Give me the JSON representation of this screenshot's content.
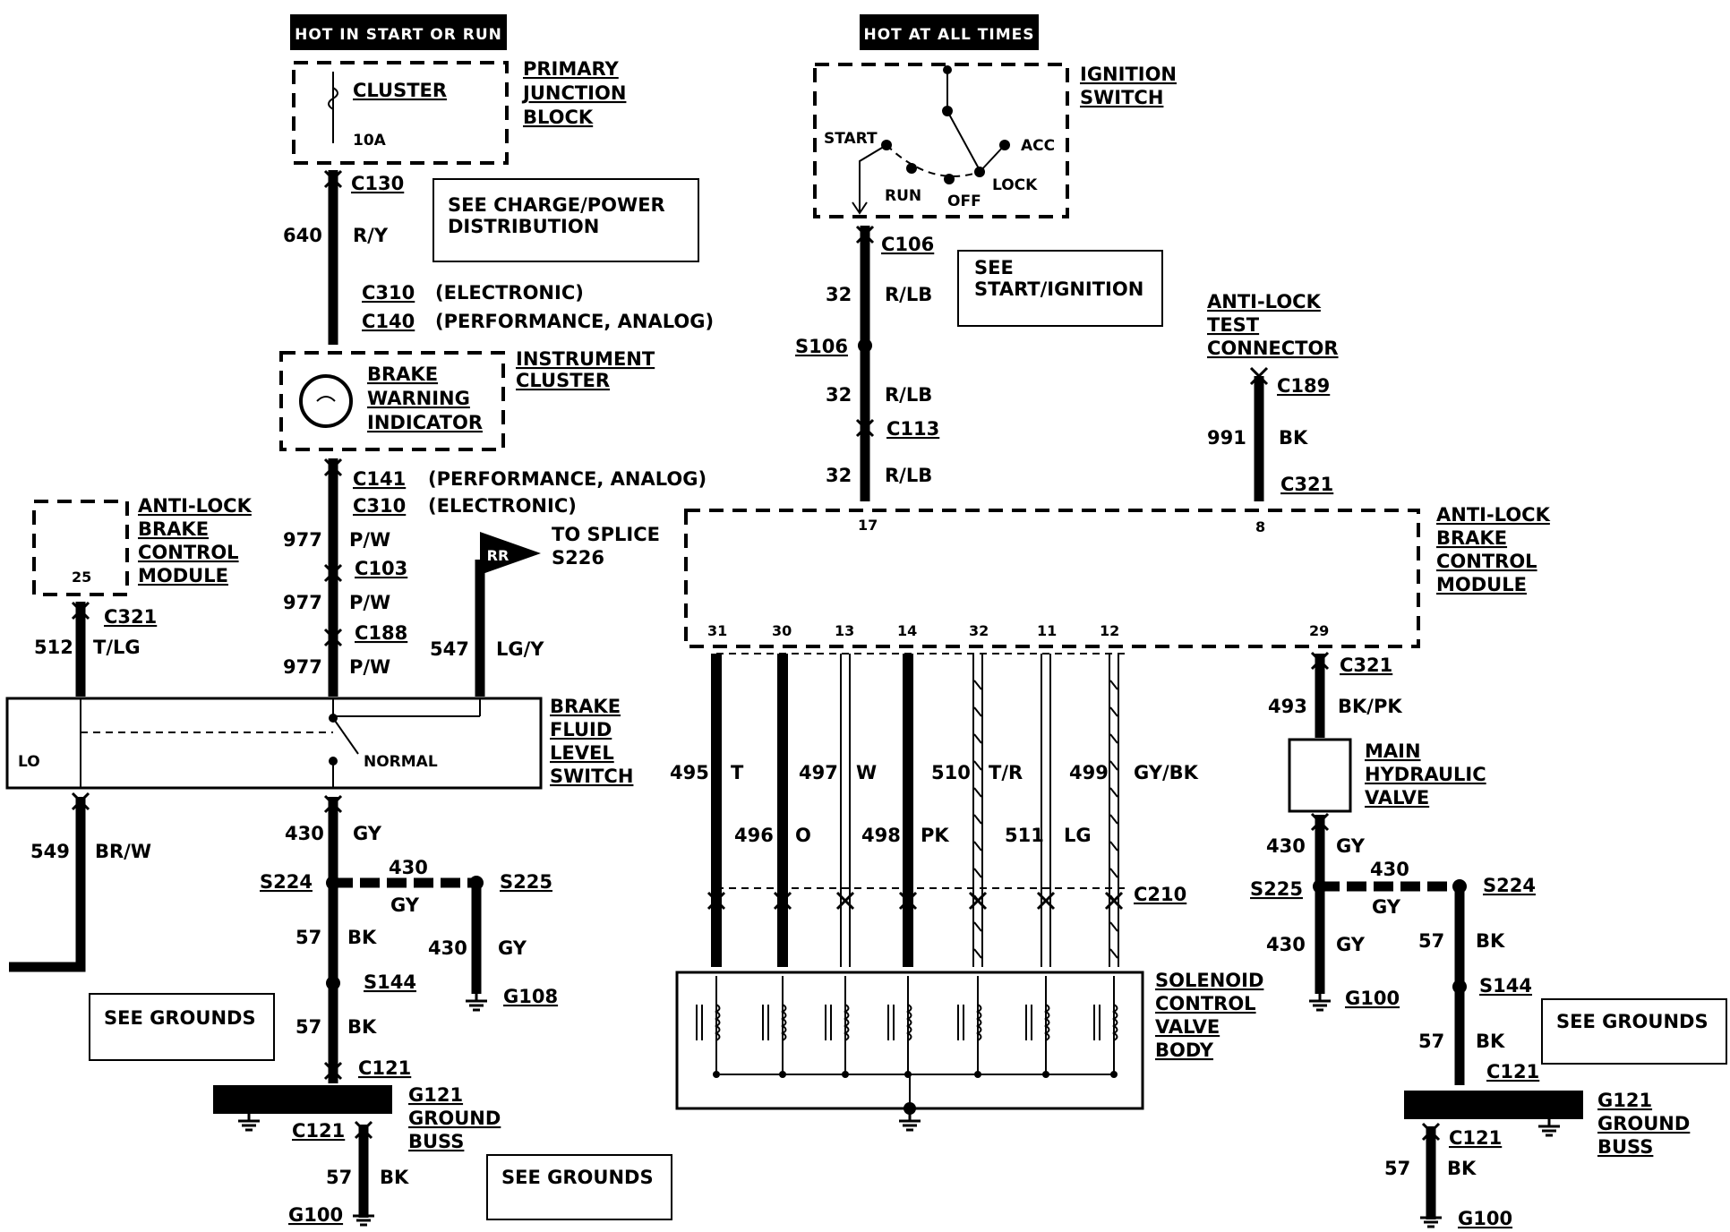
{
  "headers": {
    "hot_start_run": "HOT IN START OR RUN",
    "hot_all_times": "HOT AT ALL TIMES"
  },
  "primary_junction_block": {
    "name": [
      "PRIMARY",
      "JUNCTION",
      "BLOCK"
    ],
    "fuse": "CLUSTER",
    "amps": "10A"
  },
  "ignition_switch": {
    "name": [
      "IGNITION",
      "SWITCH"
    ],
    "positions": {
      "start": "START",
      "run": "RUN",
      "off": "OFF",
      "lock": "LOCK",
      "acc": "ACC"
    }
  },
  "see_notes": {
    "charge_power": [
      "SEE CHARGE/POWER",
      "DISTRIBUTION"
    ],
    "start_ignition": [
      "SEE",
      "START/IGNITION"
    ],
    "grounds": "SEE GROUNDS"
  },
  "instrument_cluster": {
    "name": [
      "INSTRUMENT",
      "CLUSTER"
    ],
    "indicator": [
      "BRAKE",
      "WARNING",
      "INDICATOR"
    ]
  },
  "abs_module_small": {
    "name": [
      "ANTI-LOCK",
      "BRAKE",
      "CONTROL",
      "MODULE"
    ],
    "pin": "25"
  },
  "abs_module_main": {
    "name": [
      "ANTI-LOCK",
      "BRAKE",
      "CONTROL",
      "MODULE"
    ],
    "top_pins": [
      "17",
      "8"
    ],
    "bottom_pins": [
      "31",
      "30",
      "13",
      "14",
      "32",
      "11",
      "12",
      "29"
    ]
  },
  "test_connector": {
    "name": [
      "ANTI-LOCK",
      "TEST",
      "CONNECTOR"
    ]
  },
  "brake_fluid_switch": {
    "name": [
      "BRAKE",
      "FLUID",
      "LEVEL",
      "SWITCH"
    ],
    "lo": "LO",
    "normal": "NORMAL"
  },
  "splice_flag": {
    "tag": "RR",
    "text": [
      "TO SPLICE",
      "S226"
    ]
  },
  "main_hydraulic_valve": {
    "name": [
      "MAIN",
      "HYDRAULIC",
      "VALVE"
    ]
  },
  "solenoid_body": {
    "name": [
      "SOLENOID",
      "CONTROL",
      "VALVE",
      "BODY"
    ]
  },
  "ground_buss": {
    "name": [
      "G121",
      "GROUND",
      "BUSS"
    ]
  },
  "connectors": {
    "C130": "C130",
    "C310": "C310",
    "C140": "C140",
    "C141": "C141",
    "C103": "C103",
    "C188": "C188",
    "C321": "C321",
    "C106": "C106",
    "C113": "C113",
    "C189": "C189",
    "C210": "C210",
    "C121": "C121"
  },
  "connector_notes": {
    "electronic": "(ELECTRONIC)",
    "perf_analog": "(PERFORMANCE, ANALOG)"
  },
  "splices": {
    "S106": "S106",
    "S224": "S224",
    "S225": "S225",
    "S144": "S144"
  },
  "grounds": {
    "G100": "G100",
    "G108": "G108"
  },
  "wires": {
    "w640": {
      "circuit": "640",
      "color": "R/Y"
    },
    "w977": {
      "circuit": "977",
      "color": "P/W"
    },
    "w512": {
      "circuit": "512",
      "color": "T/LG"
    },
    "w547": {
      "circuit": "547",
      "color": "LG/Y"
    },
    "w549": {
      "circuit": "549",
      "color": "BR/W"
    },
    "w430": {
      "circuit": "430",
      "color": "GY"
    },
    "w57": {
      "circuit": "57",
      "color": "BK"
    },
    "w32": {
      "circuit": "32",
      "color": "R/LB"
    },
    "w991": {
      "circuit": "991",
      "color": "BK"
    },
    "w493": {
      "circuit": "493",
      "color": "BK/PK"
    },
    "w495": {
      "circuit": "495",
      "color": "T"
    },
    "w496": {
      "circuit": "496",
      "color": "O"
    },
    "w497": {
      "circuit": "497",
      "color": "W"
    },
    "w498": {
      "circuit": "498",
      "color": "PK"
    },
    "w510": {
      "circuit": "510",
      "color": "T/R"
    },
    "w511": {
      "circuit": "511",
      "color": "LG"
    },
    "w499": {
      "circuit": "499",
      "color": "GY/BK"
    }
  }
}
